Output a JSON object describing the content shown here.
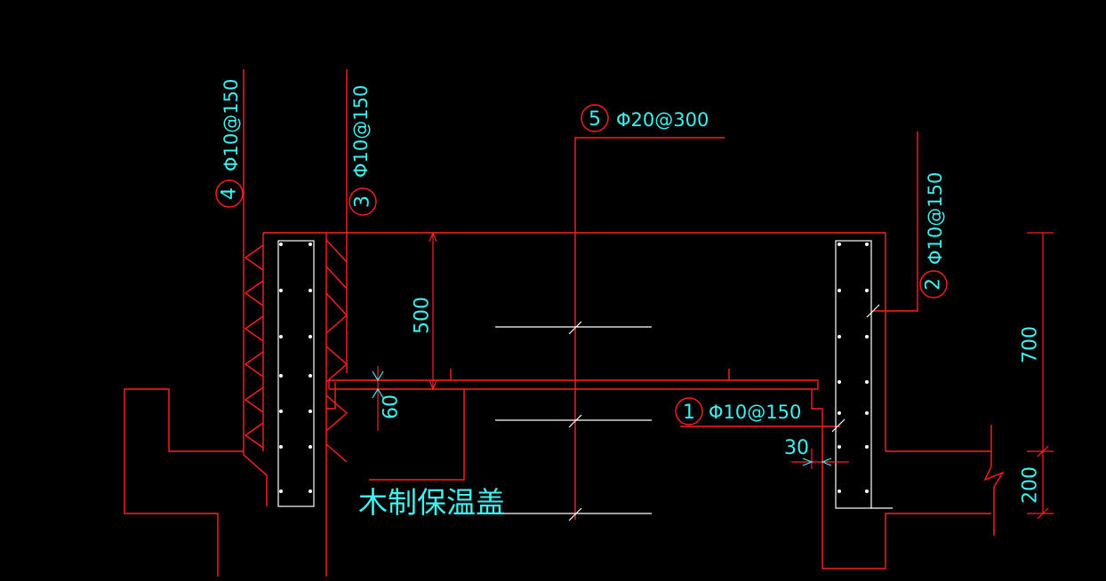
{
  "colors": {
    "background": "#000000",
    "structure": "#ff2020",
    "rebar": "#ffffff",
    "label_text": "#3ff0f0"
  },
  "callouts": [
    {
      "num": "1",
      "spec": "Φ10@150"
    },
    {
      "num": "2",
      "spec": "Φ10@150"
    },
    {
      "num": "3",
      "spec": "Φ10@150"
    },
    {
      "num": "4",
      "spec": "Φ10@150"
    },
    {
      "num": "5",
      "spec": "Φ20@300"
    }
  ],
  "dimensions": {
    "d500": "500",
    "d60": "60",
    "d30": "30",
    "d700": "700",
    "d200": "200"
  },
  "labels": {
    "cover": "木制保温盖"
  }
}
